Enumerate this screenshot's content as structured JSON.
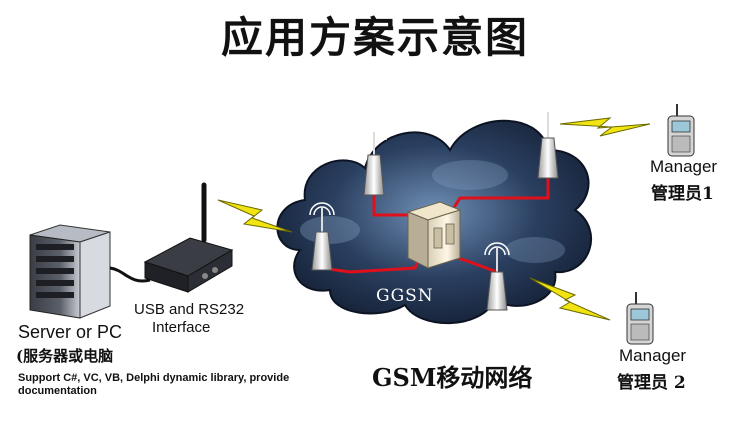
{
  "title": "应用方案示意图",
  "server": {
    "label": "Server or PC",
    "label_cn": "(服务器或电脑",
    "support_note": "Support C#, VC, VB, Delphi dynamic library, provide documentation"
  },
  "modem": {
    "line1": "USB and RS232",
    "line2": "Interface"
  },
  "network": {
    "ggsn_label": "GGSN",
    "gsm_label": "GSM移动网络"
  },
  "managers": [
    {
      "label": "Manager",
      "label_cn": "管理员1"
    },
    {
      "label": "Manager",
      "label_cn": "管理员 2"
    }
  ],
  "colors": {
    "cloud_dark": "#1c2c44",
    "cloud_light": "#5a7aa0",
    "link_red": "#e0101a",
    "lightning": "#f2e412"
  }
}
